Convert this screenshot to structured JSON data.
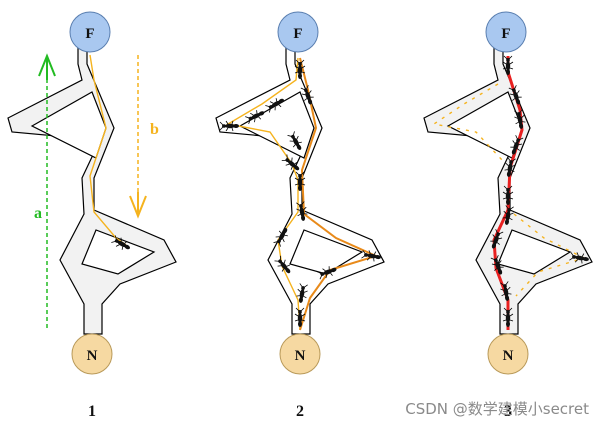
{
  "nodes": {
    "food": "F",
    "nest": "N"
  },
  "arrows": {
    "a": "a",
    "b": "b"
  },
  "panels": [
    "1",
    "2",
    "3"
  ],
  "watermark": "CSDN @数学建模小secret",
  "colors": {
    "food_fill": "#a9c8f0",
    "nest_fill": "#f6d9a2",
    "arrow_a": "#22bb22",
    "arrow_b": "#f5b31e",
    "trail_light": "#f5b31e",
    "trail_dark": "#e88a1a",
    "trail_strong": "#e82020",
    "path_fill": "#f2f2f2"
  }
}
